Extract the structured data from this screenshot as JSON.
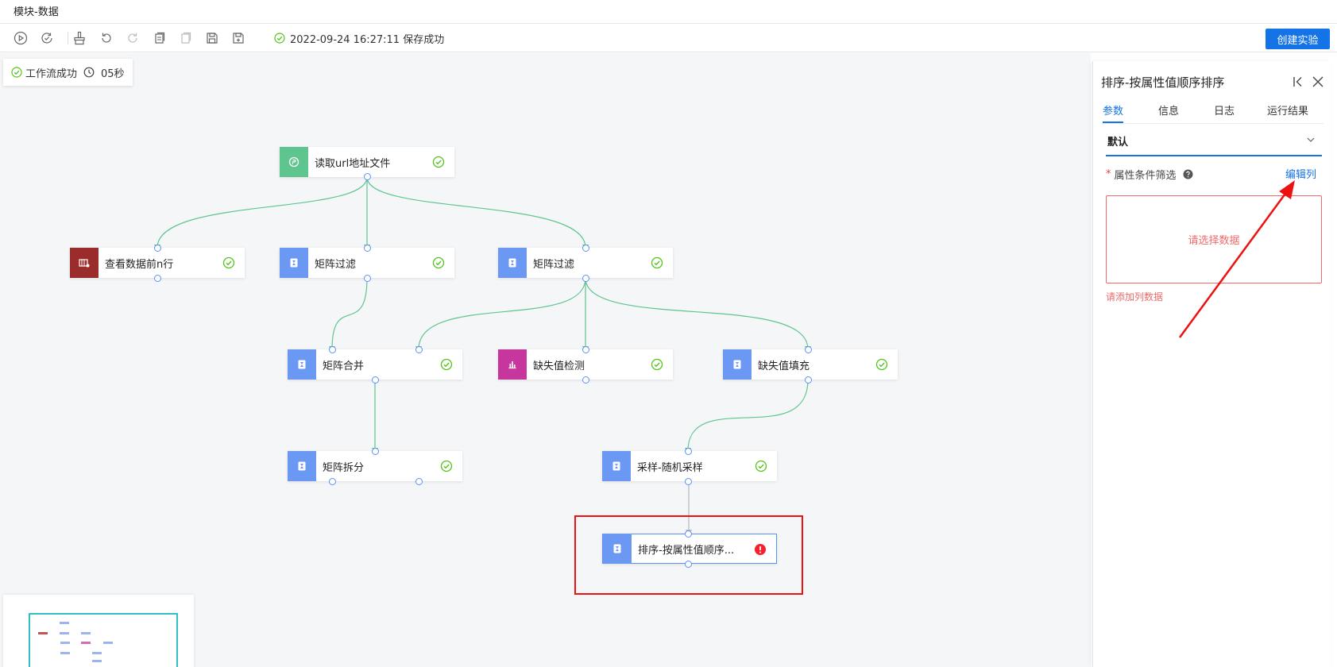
{
  "window": {
    "title": "模块-数据"
  },
  "toolbar": {
    "save_status": "2022-09-24 16:27:11 保存成功",
    "create_button": "创建实验"
  },
  "canvas": {
    "workflow_status": "工作流成功",
    "elapsed": "05秒",
    "nodes": [
      {
        "id": "n1",
        "label": "读取url地址文件",
        "icon_color": "#5ec58f",
        "status": "success"
      },
      {
        "id": "n2",
        "label": "查看数据前n行",
        "icon_color": "#9b2c2c",
        "status": "success"
      },
      {
        "id": "n3",
        "label": "矩阵过滤",
        "icon_color": "#6b98f2",
        "status": "success"
      },
      {
        "id": "n4",
        "label": "矩阵过滤",
        "icon_color": "#6b98f2",
        "status": "success"
      },
      {
        "id": "n5",
        "label": "矩阵合并",
        "icon_color": "#6b98f2",
        "status": "success"
      },
      {
        "id": "n6",
        "label": "缺失值检测",
        "icon_color": "#c7369d",
        "status": "success"
      },
      {
        "id": "n7",
        "label": "缺失值填充",
        "icon_color": "#6b98f2",
        "status": "success"
      },
      {
        "id": "n8",
        "label": "矩阵拆分",
        "icon_color": "#6b98f2",
        "status": "success"
      },
      {
        "id": "n9",
        "label": "采样-随机采样",
        "icon_color": "#6b98f2",
        "status": "success"
      },
      {
        "id": "n10",
        "label": "排序-按属性值顺序...",
        "icon_color": "#6b98f2",
        "status": "error"
      }
    ]
  },
  "panel": {
    "title": "排序-按属性值顺序排序",
    "tabs": [
      "参数",
      "信息",
      "日志",
      "运行结果"
    ],
    "active_tab": "参数",
    "group_select": "默认",
    "field_label": "属性条件筛选",
    "required_mark": "*",
    "edit_columns": "编辑列",
    "empty_placeholder": "请选择数据",
    "error_message": "请添加列数据"
  },
  "colors": {
    "accent": "#1473e6",
    "success": "#52c41a",
    "error": "#f5222d",
    "edge": "#5ec58f",
    "annotation": "#ee1111"
  }
}
